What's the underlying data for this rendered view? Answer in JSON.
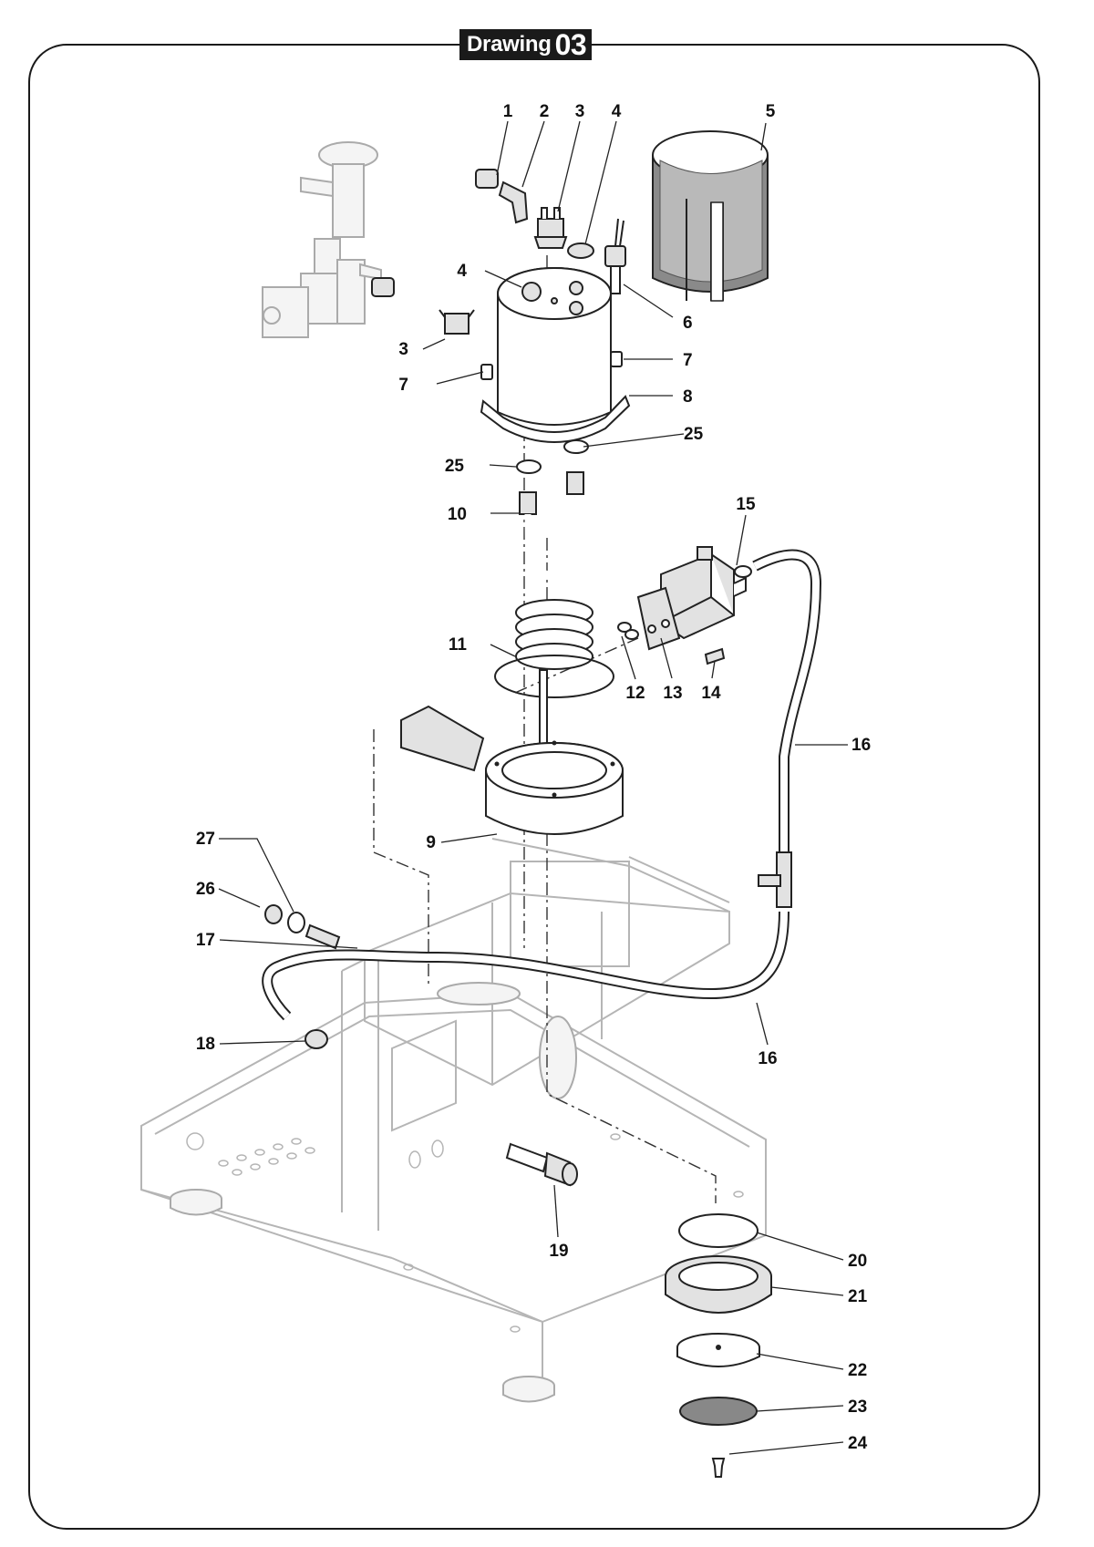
{
  "drawing": {
    "word": "Drawing",
    "number": "03"
  },
  "callouts": [
    {
      "id": "c1",
      "text": "1"
    },
    {
      "id": "c2",
      "text": "2"
    },
    {
      "id": "c3a",
      "text": "3"
    },
    {
      "id": "c4a",
      "text": "4"
    },
    {
      "id": "c5",
      "text": "5"
    },
    {
      "id": "c4b",
      "text": "4"
    },
    {
      "id": "c6",
      "text": "6"
    },
    {
      "id": "c3b",
      "text": "3"
    },
    {
      "id": "c7a",
      "text": "7"
    },
    {
      "id": "c7b",
      "text": "7"
    },
    {
      "id": "c8",
      "text": "8"
    },
    {
      "id": "c25a",
      "text": "25"
    },
    {
      "id": "c25b",
      "text": "25"
    },
    {
      "id": "c10",
      "text": "10"
    },
    {
      "id": "c15",
      "text": "15"
    },
    {
      "id": "c11",
      "text": "11"
    },
    {
      "id": "c12",
      "text": "12"
    },
    {
      "id": "c13",
      "text": "13"
    },
    {
      "id": "c14",
      "text": "14"
    },
    {
      "id": "c16a",
      "text": "16"
    },
    {
      "id": "c9",
      "text": "9"
    },
    {
      "id": "c27",
      "text": "27"
    },
    {
      "id": "c26",
      "text": "26"
    },
    {
      "id": "c17",
      "text": "17"
    },
    {
      "id": "c16b",
      "text": "16"
    },
    {
      "id": "c18",
      "text": "18"
    },
    {
      "id": "c19",
      "text": "19"
    },
    {
      "id": "c20",
      "text": "20"
    },
    {
      "id": "c21",
      "text": "21"
    },
    {
      "id": "c22",
      "text": "22"
    },
    {
      "id": "c23",
      "text": "23"
    },
    {
      "id": "c24",
      "text": "24"
    }
  ]
}
